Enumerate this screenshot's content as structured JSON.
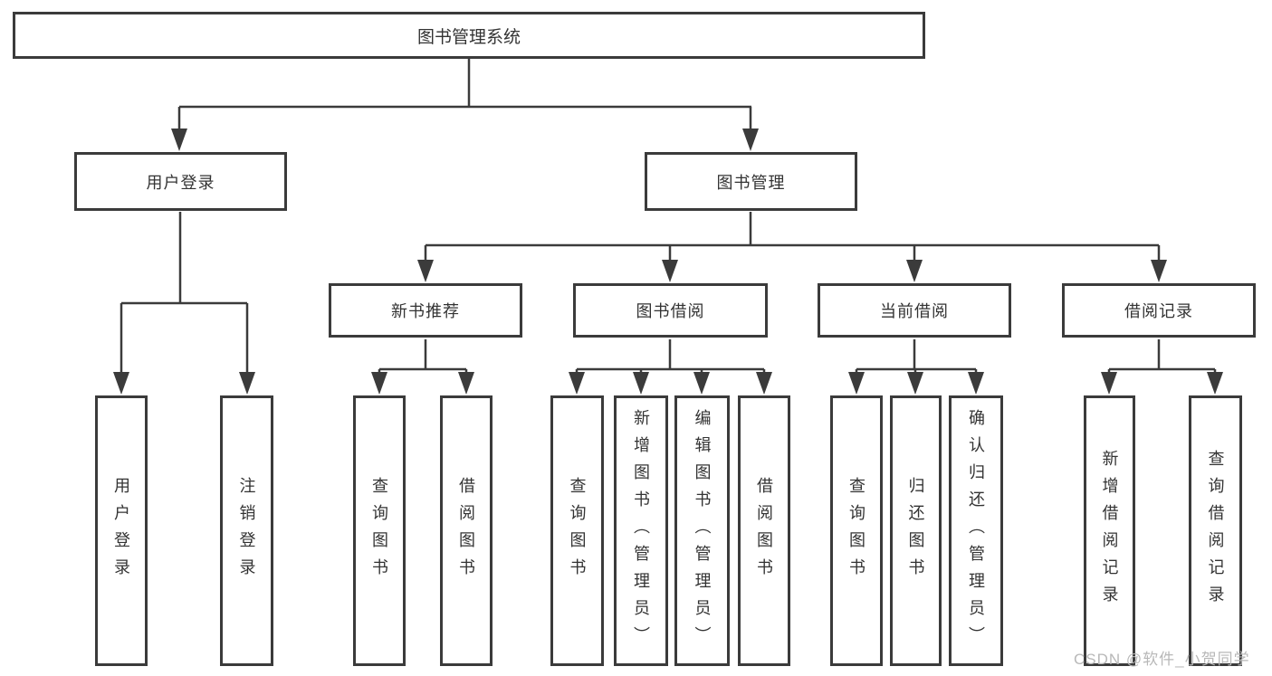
{
  "diagram": {
    "root": "图书管理系统",
    "level2": {
      "user": "用户登录",
      "book": "图书管理"
    },
    "level3": {
      "recommend": "新书推荐",
      "borrow": "图书借阅",
      "current": "当前借阅",
      "records": "借阅记录"
    },
    "leaves": {
      "user_login": "用户登录",
      "logout": "注销登录",
      "rec_query": "查询图书",
      "rec_borrow": "借阅图书",
      "bor_query": "查询图书",
      "bor_add": "新增图书（管理员）",
      "bor_edit": "编辑图书（管理员）",
      "bor_borrow": "借阅图书",
      "cur_query": "查询图书",
      "cur_return": "归还图书",
      "cur_confirm": "确认归还（管理员）",
      "log_add": "新增借阅记录",
      "log_query": "查询借阅记录"
    }
  },
  "watermark": "CSDN @软件_小贺同学",
  "colors": {
    "line": "#3b3b3b",
    "text": "#333333",
    "watermark": "#b8b8b8"
  }
}
